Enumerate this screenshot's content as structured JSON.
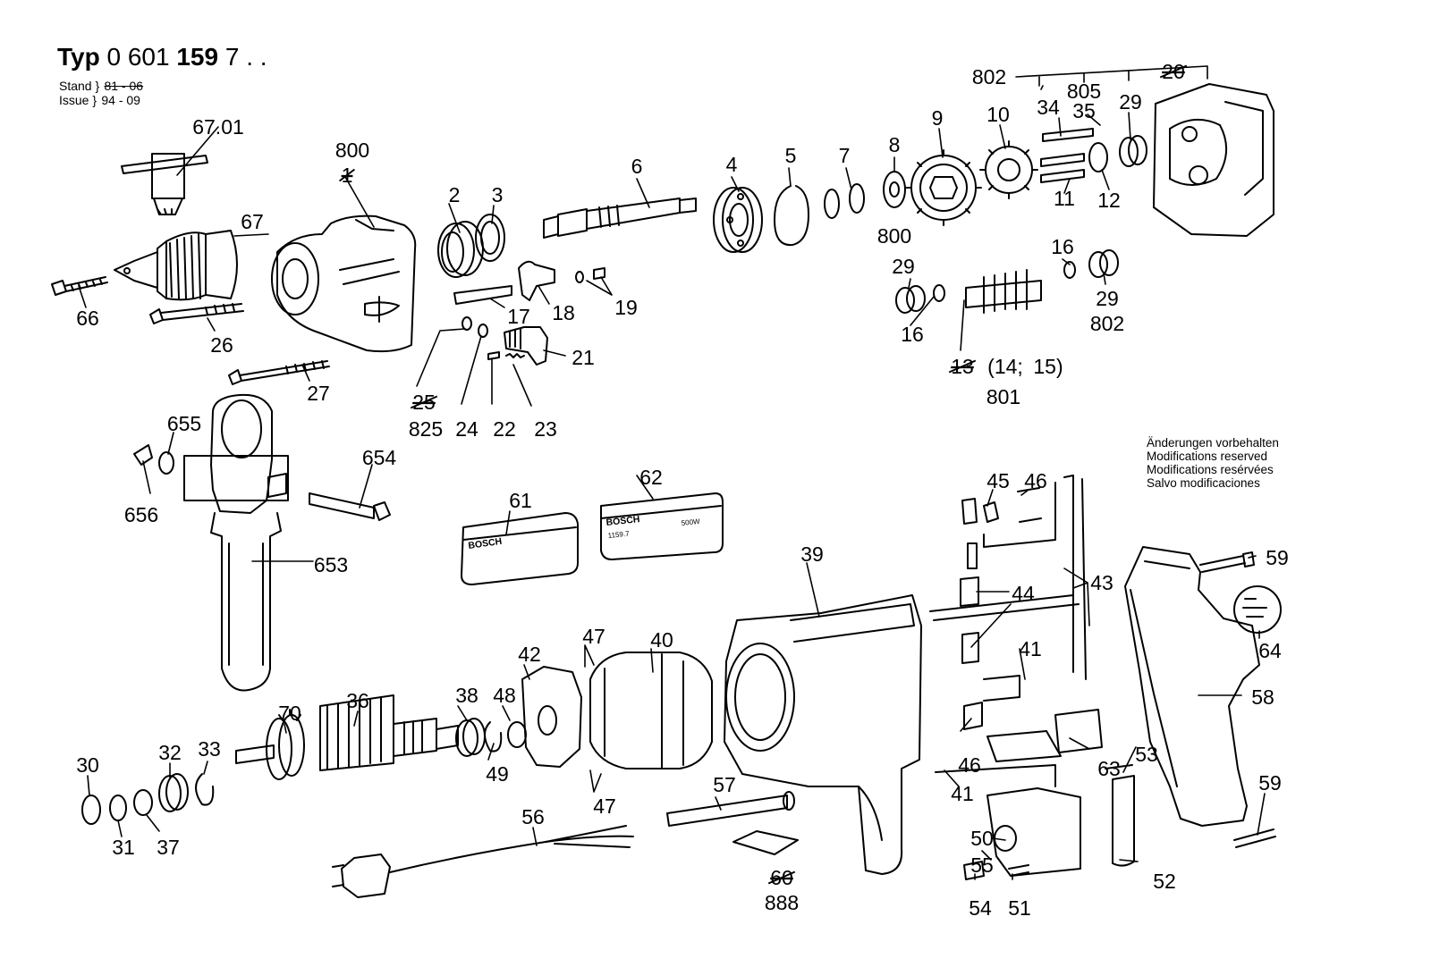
{
  "header": {
    "typ_label": "Typ",
    "typ_number_a": "0 601",
    "typ_number_b": "159",
    "typ_number_c": "7 . .",
    "stand_label": "Stand",
    "stand_value": "81 - 06",
    "issue_label": "Issue",
    "issue_value": "94 - 09"
  },
  "notice": [
    "Änderungen vorbehalten",
    "Modifications reserved",
    "Modifications resérvées",
    "Salvo modificaciones"
  ],
  "labels": {
    "p2": "2",
    "p3": "3",
    "p4": "4",
    "p5": "5",
    "p6": "6",
    "p7": "7",
    "p8": "8",
    "p9": "9",
    "p10": "10",
    "p11": "11",
    "p12": "12",
    "p16": "16",
    "p16b": "16",
    "p17": "17",
    "p18": "18",
    "p19": "19",
    "p21": "21",
    "p22": "22",
    "p23": "23",
    "p24": "24",
    "p25": "25",
    "p26": "26",
    "p27": "27",
    "p29a": "29",
    "p29b": "29",
    "p29c": "29",
    "p30": "30",
    "p31": "31",
    "p32": "32",
    "p33": "33",
    "p34": "34",
    "p35": "35",
    "p36": "36",
    "p37": "37",
    "p38": "38",
    "p39": "39",
    "p40": "40",
    "p41a": "41",
    "p41b": "41",
    "p42": "42",
    "p43": "43",
    "p44": "44",
    "p45": "45",
    "p46a": "46",
    "p46b": "46",
    "p47a": "47",
    "p47b": "47",
    "p48": "48",
    "p49": "49",
    "p50": "50",
    "p51": "51",
    "p52": "52",
    "p53": "53",
    "p54": "54",
    "p55": "55",
    "p56": "56",
    "p57": "57",
    "p58": "58",
    "p59a": "59",
    "p59b": "59",
    "p60": "60",
    "p61": "61",
    "p62": "62",
    "p63": "63",
    "p64": "64",
    "p66": "66",
    "p67": "67",
    "p6701": "67.01",
    "p70": "70",
    "p653": "653",
    "p654": "654",
    "p655": "655",
    "p656": "656",
    "p800a": "800",
    "p800b": "800",
    "p801": "801",
    "p802a": "802",
    "p802b": "802",
    "p805": "805",
    "p825": "825",
    "p888": "888",
    "p20": "20",
    "p13": "13",
    "p14": "(14;",
    "p15": "15)",
    "p800x": "1"
  },
  "plates": {
    "p61_brand": "BOSCH",
    "p62_brand": "BOSCH",
    "p62_model": "1159.7",
    "p62_power": "500W"
  }
}
